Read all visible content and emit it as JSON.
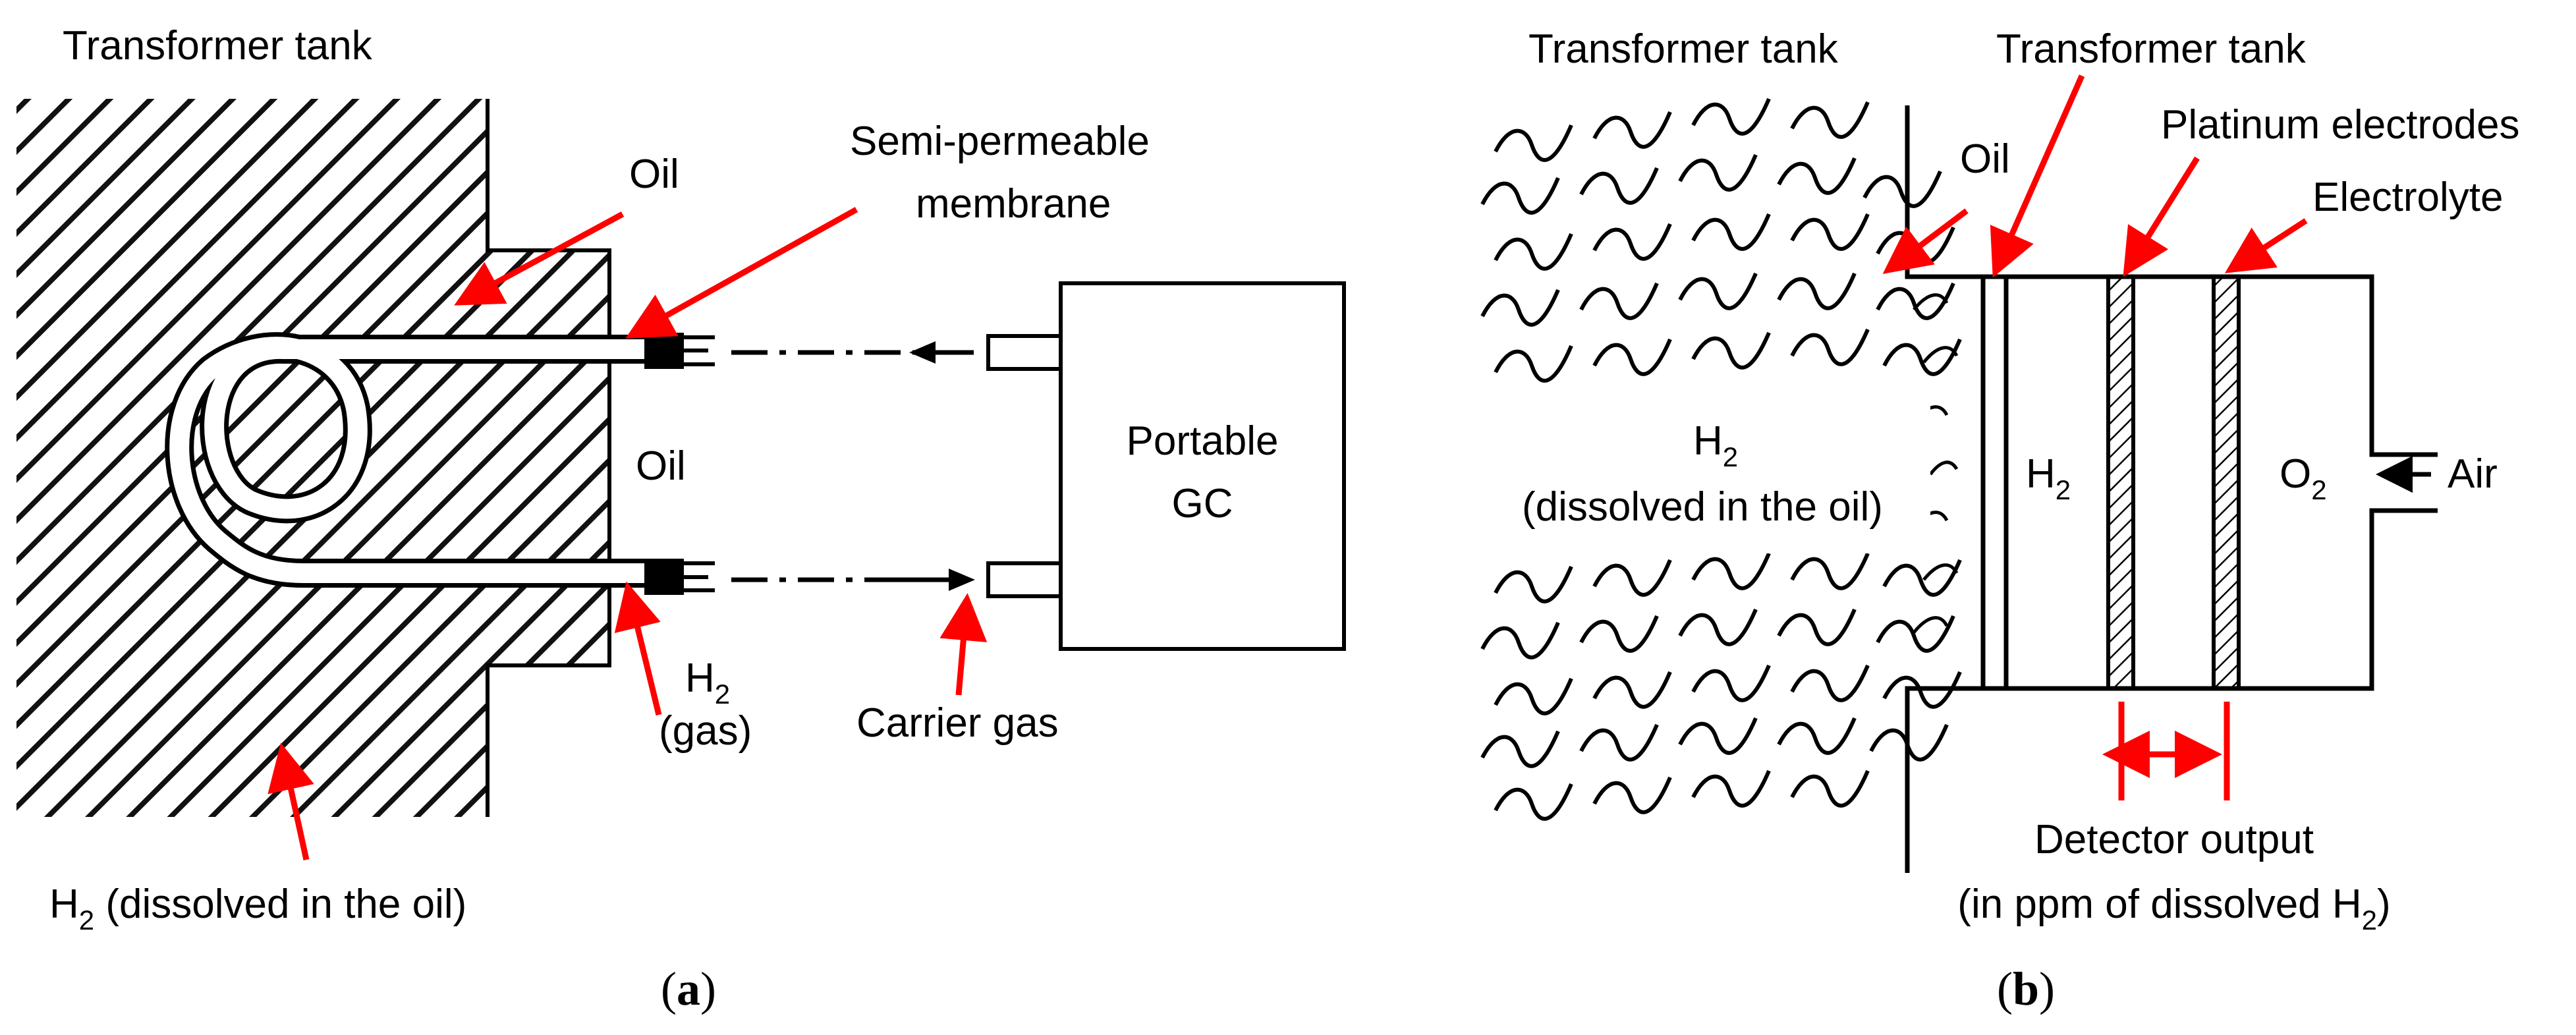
{
  "panel_a": {
    "labels": {
      "tank": "Transformer tank",
      "oil_top": "Oil",
      "membrane_line1": "Semi-permeable",
      "membrane_line2": "membrane",
      "oil_mid": "Oil",
      "gc_line1": "Portable",
      "gc_line2": "GC",
      "h2": "H",
      "h2_sub": "2",
      "gas": "(gas)",
      "carrier": "Carrier gas",
      "dissolved_h": "H",
      "dissolved_sub": "2",
      "dissolved_rest": " (dissolved in the oil)"
    },
    "caption": {
      "open": "(",
      "letter": "a",
      "close": ")"
    }
  },
  "panel_b": {
    "labels": {
      "tank_left": "Transformer tank",
      "tank_right": "Transformer tank",
      "platinum": "Platinum electrodes",
      "oil": "Oil",
      "electrolyte": "Electrolyte",
      "h2_dissolved_h": "H",
      "h2_dissolved_sub": "2",
      "dissolved": "(dissolved in the oil)",
      "cell_h": "H",
      "cell_h_sub": "2",
      "cell_o": "O",
      "cell_o_sub": "2",
      "air": "Air",
      "detector_line1": "Detector output",
      "detector_line2_pre": "(in ppm of dissolved H",
      "detector_line2_sub": "2",
      "detector_line2_post": ")"
    },
    "caption": {
      "open": "(",
      "letter": "b",
      "close": ")"
    }
  },
  "colors": {
    "annotation_arrow": "#ff0000",
    "line": "#000000"
  }
}
